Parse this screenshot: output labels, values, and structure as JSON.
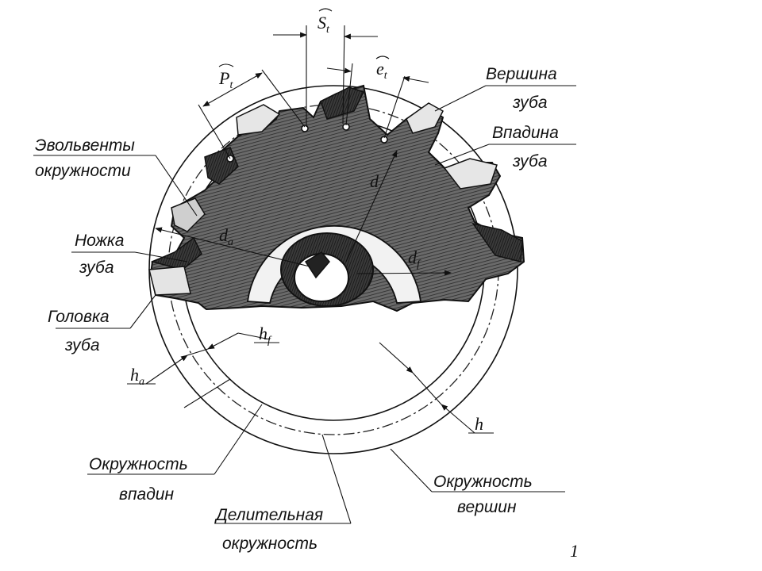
{
  "labels": {
    "tooth_tip": [
      "Вершина",
      "зуба"
    ],
    "tooth_space": [
      "Впадина",
      "зуба"
    ],
    "involutes": [
      "Эвольвенты",
      "окружности"
    ],
    "dedendum": [
      "Ножка",
      "зуба"
    ],
    "addendum": [
      "Головка",
      "зуба"
    ],
    "root_circle": [
      "Окружность",
      "впадин"
    ],
    "pitch_circle": [
      "Делительная",
      "окружность"
    ],
    "tip_circle": [
      "Окружность",
      "вершин"
    ]
  },
  "symbols": {
    "St": {
      "main": "S",
      "sub": "t"
    },
    "Pt": {
      "main": "P",
      "sub": "t"
    },
    "et": {
      "main": "e",
      "sub": "t"
    },
    "da": {
      "main": "d",
      "sub": "a"
    },
    "d": {
      "main": "d",
      "sub": ""
    },
    "df": {
      "main": "d",
      "sub": "f"
    },
    "hf": {
      "main": "h",
      "sub": "f"
    },
    "ha": {
      "main": "h",
      "sub": "a"
    },
    "h": {
      "main": "h",
      "sub": ""
    }
  },
  "page_marker": "1",
  "colors": {
    "ink": "#111111",
    "gear_fill": "#5a5a5a",
    "gear_dark": "#2e2e2e",
    "face_light": "#d8d8d8"
  }
}
